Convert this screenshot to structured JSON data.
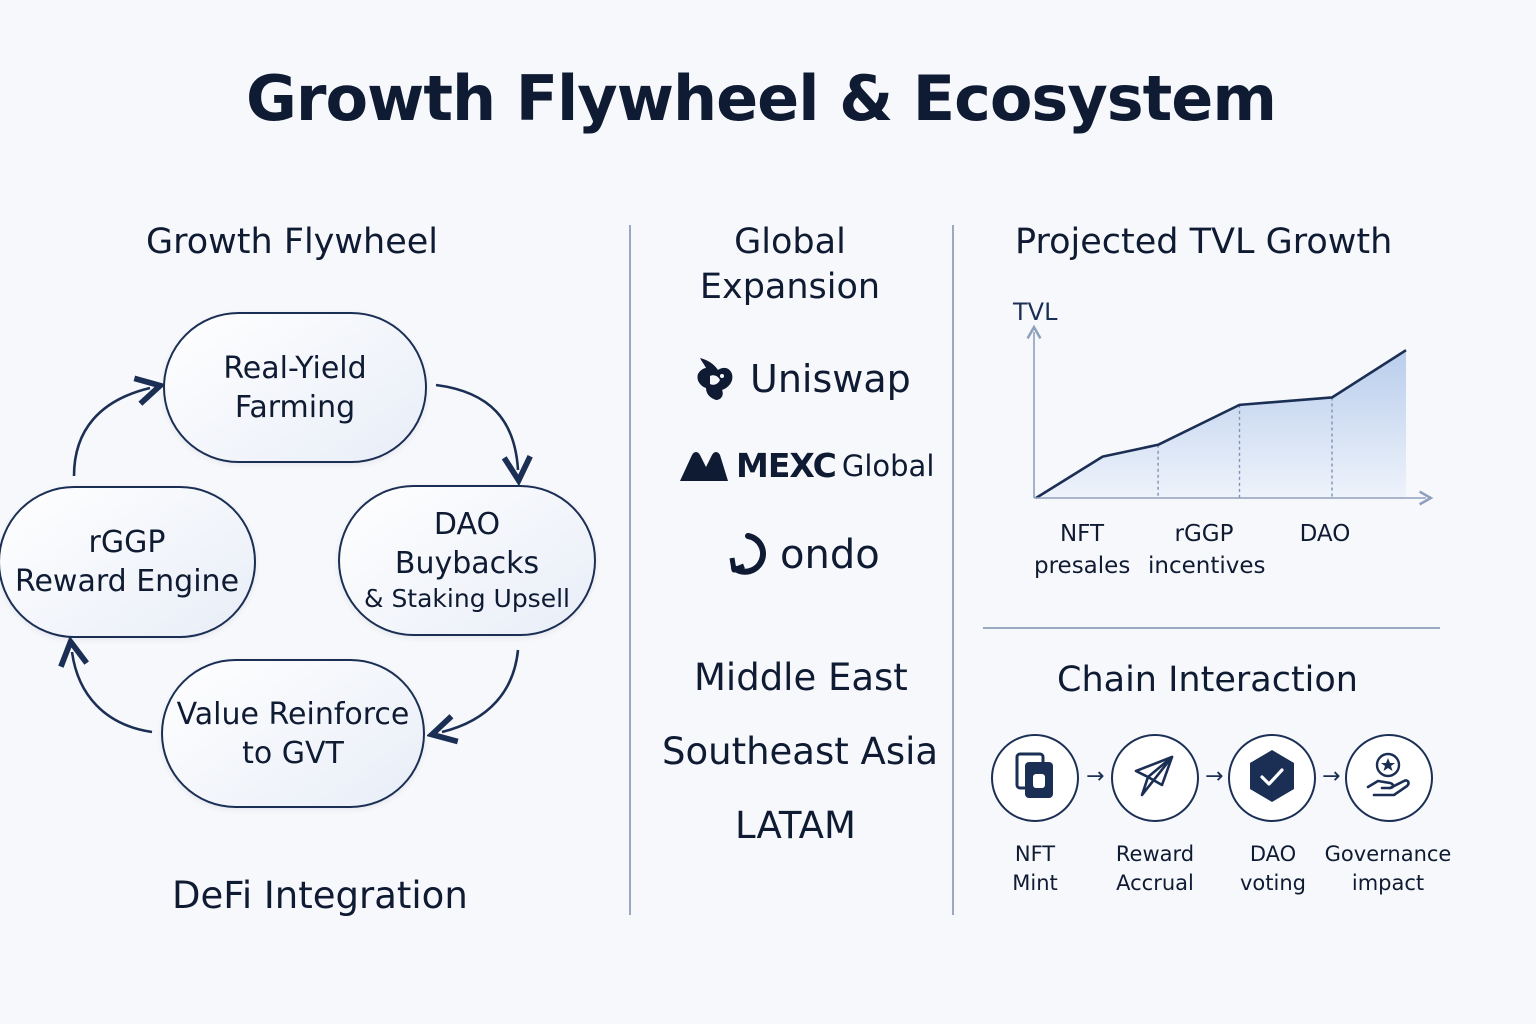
{
  "title": "Growth Flywheel & Ecosystem",
  "flywheel": {
    "title": "Growth Flywheel",
    "nodes": {
      "top": {
        "line1": "Real-Yield",
        "line2": "Farming"
      },
      "right": {
        "line1": "DAO",
        "line2": "Buybacks",
        "line3": "& Staking Upsell"
      },
      "bottom": {
        "line1": "Value Reinforce",
        "line2": "to GVT"
      },
      "left": {
        "line1": "rGGP",
        "line2": "Reward Engine"
      }
    },
    "footer": "DeFi Integration"
  },
  "expansion": {
    "title_line1": "Global",
    "title_line2": "Expansion",
    "partners": [
      {
        "name": "Uniswap",
        "icon": "unicorn-icon"
      },
      {
        "name": "MEXC",
        "suffix": "Global",
        "icon": "mexc-mountain-icon"
      },
      {
        "name": "ondo",
        "icon": "ondo-ring-icon"
      }
    ],
    "regions": [
      "Middle East",
      "Southeast Asia",
      "LATAM"
    ]
  },
  "tvl": {
    "title": "Projected TVL Growth",
    "chart_data": {
      "type": "area",
      "ylabel": "TVL",
      "phases": [
        {
          "line1": "NFT",
          "line2": "presales"
        },
        {
          "line1": "rGGP",
          "line2": "incentives"
        },
        {
          "line1": "DAO",
          "line2": ""
        }
      ],
      "series": [
        {
          "values": [
            0,
            0.28,
            0.36,
            0.63,
            0.68,
            1.0
          ]
        }
      ],
      "x": [
        0,
        0.18,
        0.33,
        0.55,
        0.8,
        1.0
      ],
      "phase_boundaries": [
        0.33,
        0.55,
        0.8
      ],
      "ylim": [
        0,
        1.15
      ],
      "grid": false,
      "colors": {
        "line": "#1b2f55",
        "fill_top": "#b9cdec",
        "fill_bottom": "#eef3fb"
      }
    }
  },
  "chain": {
    "title": "Chain Interaction",
    "steps": [
      {
        "line1": "NFT",
        "line2": "Mint",
        "icon": "nft-card-icon"
      },
      {
        "line1": "Reward",
        "line2": "Accrual",
        "icon": "paper-plane-icon"
      },
      {
        "line1": "DAO",
        "line2": "voting",
        "icon": "hexagon-check-icon"
      },
      {
        "line1": "Governance",
        "line2": "impact",
        "icon": "hand-star-icon"
      }
    ],
    "arrow": "→"
  }
}
